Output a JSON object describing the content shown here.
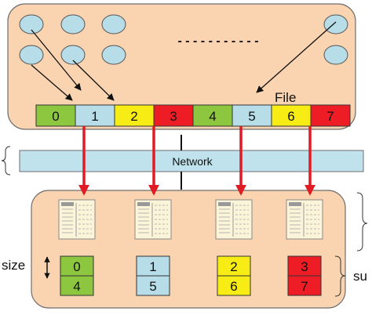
{
  "file_label": "File",
  "network_label": "Network",
  "size_label": "size",
  "right_label_fragment": "su",
  "ellipsis": "- - - - - - - - - - -",
  "file_blocks": [
    {
      "label": "0",
      "color": "#8dc63f"
    },
    {
      "label": "1",
      "color": "#b7dde8"
    },
    {
      "label": "2",
      "color": "#f7ec13"
    },
    {
      "label": "3",
      "color": "#ee1c24"
    },
    {
      "label": "4",
      "color": "#8dc63f"
    },
    {
      "label": "5",
      "color": "#b7dde8"
    },
    {
      "label": "6",
      "color": "#f7ec13"
    },
    {
      "label": "7",
      "color": "#ee1c24"
    }
  ],
  "servers": [
    {
      "top": "0",
      "bottom": "4",
      "color": "#8dc63f"
    },
    {
      "top": "1",
      "bottom": "5",
      "color": "#b7dde8"
    },
    {
      "top": "2",
      "bottom": "6",
      "color": "#f7ec13"
    },
    {
      "top": "3",
      "bottom": "7",
      "color": "#ee1c24"
    }
  ],
  "colors": {
    "client_panel": "#fad4b0",
    "server_panel": "#fad4b0",
    "panel_border": "#6e6e6e",
    "network_bar": "#bfe2ec",
    "process_ellipse": "#b7dde8",
    "arrow_red": "#e01b24",
    "server_doc": "#fcf4d8"
  }
}
